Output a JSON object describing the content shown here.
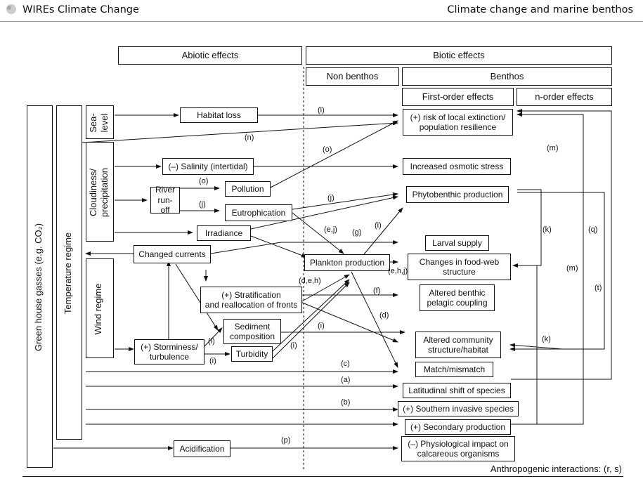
{
  "header": {
    "journal": "WIREs Climate Change",
    "article": "Climate change and marine benthos"
  },
  "columns": {
    "abiotic": "Abiotic effects",
    "biotic": "Biotic effects",
    "non_benthos": "Non benthos",
    "benthos": "Benthos",
    "first_order": "First-order effects",
    "n_order": "n-order effects"
  },
  "drivers": {
    "greenhouse": "Green house gasses (e.g. CO₂)",
    "temperature": "Temperature regime",
    "sea_level": "Sea-\nlevel",
    "cloudiness": "Cloudiness/\nprecipitation",
    "wind": "Wind regime"
  },
  "abiotic_nodes": {
    "habitat_loss": "Habitat loss",
    "salinity": "(–) Salinity (intertidal)",
    "river_runoff": "River\nrun-off",
    "pollution": "Pollution",
    "eutrophication": "Eutrophication",
    "irradiance": "Irradiance",
    "changed_currents": "Changed currents",
    "stratification": "(+) Stratification\nand reallocation of fronts",
    "sediment": "Sediment\ncomposition",
    "storminess": "(+) Storminess/\nturbulence",
    "turbidity": "Turbidity",
    "acidification": "Acidification"
  },
  "nonbenthos_nodes": {
    "plankton": "Plankton production"
  },
  "benthos_nodes": {
    "extinction": "(+) risk of local extinction/\npopulation resilience",
    "osmotic": "Increased osmotic stress",
    "phytobenthic": "Phytobenthic production",
    "larval": "Larval supply",
    "foodweb": "Changes in food-web\nstructure",
    "coupling": "Altered benthic\npelagic coupling",
    "community": "Altered community\nstructure/habitat",
    "match": "Match/mismatch",
    "latitudinal": "Latitudinal shift of species",
    "invasive": "(+) Southern invasive species",
    "secondary": "(+) Secondary production",
    "physiological": "(–) Physiological impact on\ncalcareous organisms"
  },
  "arrow_labels": {
    "l": "(l)",
    "n": "(n)",
    "o1": "(o)",
    "o2": "(o)",
    "j1": "(j)",
    "j2": "(j)",
    "ej": "(e,j)",
    "g": "(g)",
    "i1": "(i)",
    "ehj": "(e,h,j)",
    "deh": "(d,e,h)",
    "f": "(f)",
    "d": "(d)",
    "i2": "(i)",
    "i3": "(i)",
    "i4": "(i)",
    "i5": "(i)",
    "c": "(c)",
    "a": "(a)",
    "b": "(b)",
    "p": "(p)",
    "m1": "(m)",
    "m2": "(m)",
    "k1": "(k)",
    "k2": "(k)",
    "q": "(q)",
    "t": "(t)"
  },
  "footer": "Anthropogenic interactions: (r, s)"
}
